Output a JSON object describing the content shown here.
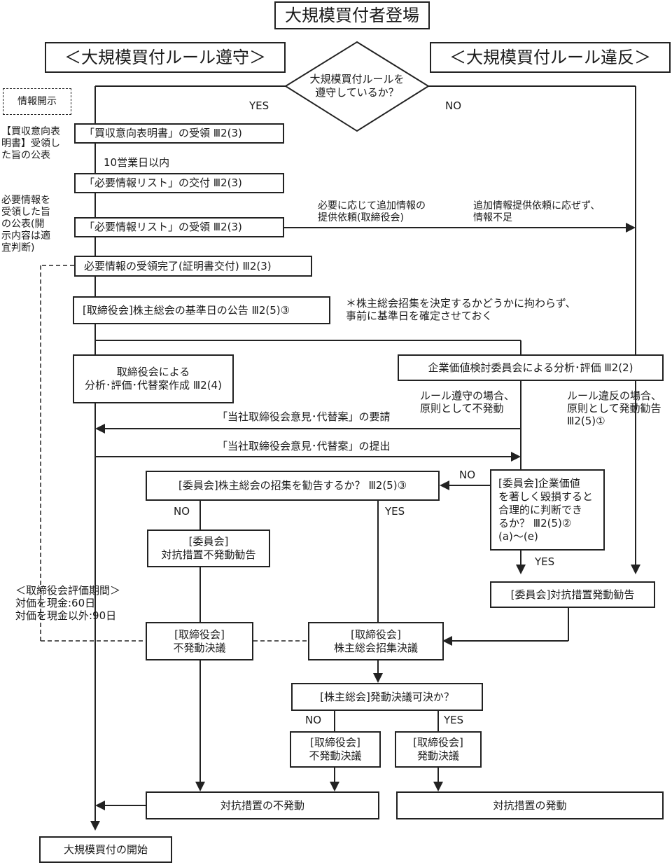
{
  "title": "大規模買付者登場",
  "headers": {
    "comply": "＜大規模買付ルール遵守＞",
    "violate": "＜大規模買付ルール違反＞"
  },
  "decision": "大規模買付ルールを\n遵守しているか？",
  "branch": {
    "yes": "YES",
    "no": "NO"
  },
  "side": {
    "disclosure": "情報開示",
    "note1": "【買収意向表\n明書】受領し\nた旨の公表",
    "note2": "必要情報を\n受領した旨\nの公表(開\n示内容は適\n宜判断)"
  },
  "steps": {
    "s1": "「買収意向表明書」の受領 Ⅲ2(3)",
    "days10": "10営業日以内",
    "s2": "「必要情報リスト」の交付 Ⅲ2(3)",
    "s3": "「必要情報リスト」の受領 Ⅲ2(3)",
    "addreq": "必要に応じて追加情報の\n提供依頼(取締役会)",
    "noresp": "追加情報提供依頼に応ぜず、\n情報不足",
    "s4": "必要情報の受領完了(証明書交付) Ⅲ2(3)",
    "s5": "[取締役会]株主総会の基準日の公告 Ⅲ2(5)③",
    "s5note": "＊株主総会招集を決定するかどうかに拘わらず、\n事前に基準日を確定させておく",
    "board": "取締役会による\n分析･評価･代替案作成 Ⅲ2(4)",
    "committee": "企業価値検討委員会による分析･評価 Ⅲ2(2)",
    "comply_case": "ルール遵守の場合、\n原則として不発動",
    "violate_case": "ルール違反の場合、\n原則として発動勧告\nⅢ2(5)①",
    "request": "「当社取締役会意見･代替案」の要請",
    "submit": "「当社取締役会意見･代替案」の提出",
    "recommend_q": "[委員会]株主総会の招集を勧告するか？ Ⅲ2(5)③",
    "damage_q": "[委員会]企業価値\nを著しく毀損すると\n合理的に判断でき\nるか？ Ⅲ2(5)②\n (a)〜(e)",
    "nontrigger_rec": "[委員会]\n対抗措置不発動勧告",
    "trigger_rec": "[委員会]対抗措置発動勧告",
    "period": "＜取締役会評価期間＞\n対価を現金:60日\n対価を現金以外:90日",
    "board_nontrigger": "[取締役会]\n不発動決議",
    "board_meeting": "[取締役会]\n株主総会招集決議",
    "sh_q": "[株主総会]発動決議可決か？",
    "board_nontrigger2": "[取締役会]\n不発動決議",
    "board_trigger": "[取締役会]\n発動決議",
    "no_counter": "対抗措置の不発動",
    "counter": "対抗措置の発動",
    "start": "大規模買付の開始"
  }
}
